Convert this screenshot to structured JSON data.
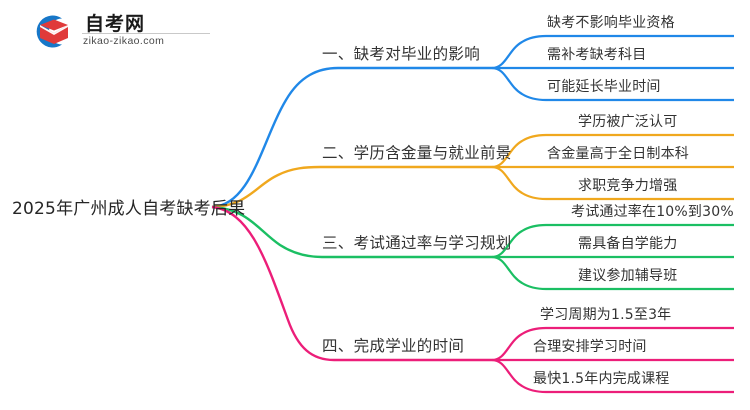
{
  "logo": {
    "brand_cn": "自考网",
    "url": "zikao-zikao.com",
    "mark_name": "zikao-logo-graduation-cap",
    "arc_color": "#1777c8",
    "cap_color": "#e03a3a"
  },
  "mindmap": {
    "root": {
      "label": "2025年广州成人自考缺考后果"
    },
    "branches": [
      {
        "label": "一、缺考对毕业的影响",
        "color": "#2088e8",
        "leaves": [
          "缺考不影响毕业资格",
          "需补考缺考科目",
          "可能延长毕业时间"
        ]
      },
      {
        "label": "二、学历含金量与就业前景",
        "color": "#f0a81e",
        "leaves": [
          "学历被广泛认可",
          "含金量高于全日制本科",
          "求职竞争力增强"
        ]
      },
      {
        "label": "三、考试通过率与学习规划",
        "color": "#1bbf63",
        "leaves": [
          "考试通过率在10%到30%",
          "需具备自学能力",
          "建议参加辅导班"
        ]
      },
      {
        "label": "四、完成学业的时间",
        "color": "#ec1e79",
        "leaves": [
          "学习周期为1.5至3年",
          "合理安排学习时间",
          "最快1.5年内完成课程"
        ]
      }
    ]
  }
}
